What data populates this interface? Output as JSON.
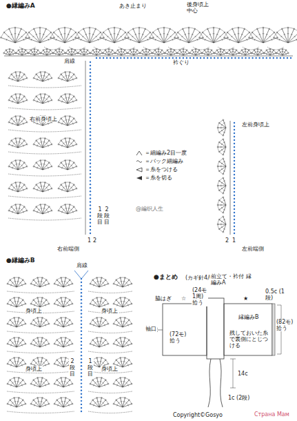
{
  "diagram": {
    "labels": [
      "●縁編みA",
      "あき止まり",
      "後身頃上 中心",
      "肩線",
      "衿ぐり",
      "右前身頃上",
      "左前身頃上",
      "2段目",
      "1段目",
      "1",
      "2",
      "右前端側",
      "2",
      "1",
      "左前端側",
      "@編织人生",
      "●縁編みB",
      "肩線",
      "身頃上",
      "身頃上",
      "身頃上",
      "身頃上",
      "2段目",
      "1段目",
      "●まとめ",
      "(カギ針4/0号)",
      "前立て・衿付 縁編みA",
      "脇はぎ",
      "☆",
      "(24モ1周)拾う",
      "★",
      "0.5c (1段)",
      "袖口",
      "(72モ)拾う",
      "縁編みB",
      "(82モ)拾う",
      "残しておいた糸で裏側にとじつける",
      "14c",
      "1c (2段)",
      "Copyright©Gosyo",
      "Страна Мам"
    ],
    "legend": [
      {
        "text": "＝細編み2目一度"
      },
      {
        "text": "＝バック細編み"
      },
      {
        "text": "＝糸をつける"
      },
      {
        "text": "＝糸を切る"
      }
    ]
  }
}
